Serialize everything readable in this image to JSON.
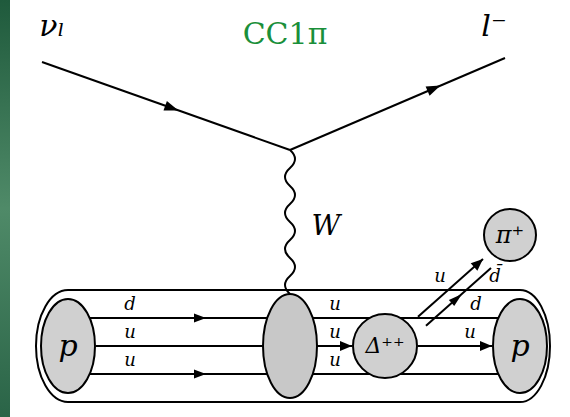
{
  "diagram": {
    "title": "CC1π",
    "nodes": [
      {
        "text": [
          "p"
        ]
      },
      {
        "text": [
          "Δ⁺⁺"
        ]
      },
      {
        "text": [
          "π⁺"
        ]
      },
      {
        "text": [
          "p"
        ]
      }
    ],
    "edges": [
      {
        "from": 0,
        "to": 1,
        "arrow": "to"
      },
      {
        "from": 1,
        "to": 2,
        "arrow": "to"
      },
      {
        "from": 1,
        "to": 3,
        "arrow": "to"
      }
    ],
    "labels": [
      "νₗ",
      "l⁻",
      "W",
      "d",
      "u",
      "u",
      "u",
      "u",
      "u",
      "u",
      "d̄",
      "d",
      "u"
    ]
  }
}
